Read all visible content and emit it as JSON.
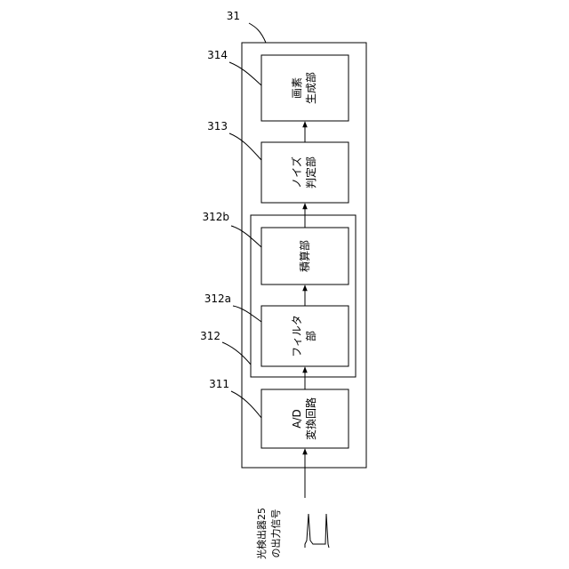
{
  "diagram": {
    "unit_ref": "31",
    "group_ref": "312",
    "blocks": [
      {
        "ref": "311",
        "line1": "A/D",
        "line2": "変換回路"
      },
      {
        "ref": "312a",
        "line1": "フィルタ",
        "line2": "部"
      },
      {
        "ref": "312b",
        "line1": "積算部",
        "line2": ""
      },
      {
        "ref": "313",
        "line1": "ノイズ",
        "line2": "判定部"
      },
      {
        "ref": "314",
        "line1": "画素",
        "line2": "生成部"
      }
    ],
    "input_signal": {
      "line1": "光検出器25",
      "line2": "の出力信号"
    }
  }
}
